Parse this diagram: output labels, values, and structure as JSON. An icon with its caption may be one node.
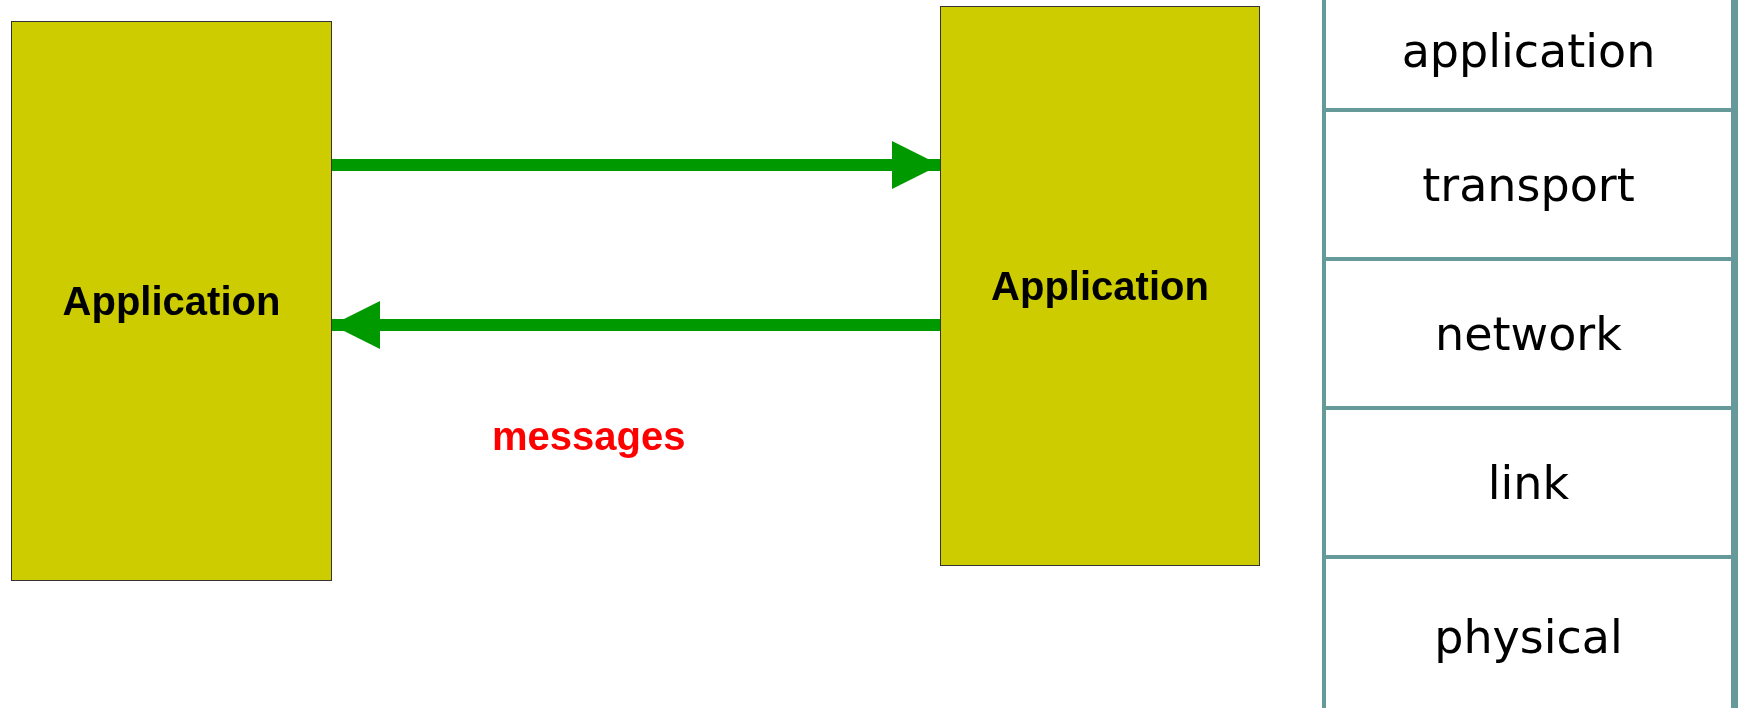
{
  "diagram": {
    "nodes": [
      {
        "text": [
          "Application"
        ]
      },
      {
        "text": [
          "Application"
        ]
      },
      {
        "text": [
          "application"
        ]
      },
      {
        "text": [
          "transport"
        ]
      },
      {
        "text": [
          "network"
        ]
      },
      {
        "text": [
          "link"
        ]
      },
      {
        "text": [
          "physical"
        ]
      }
    ],
    "edges": [
      {
        "from": 0,
        "to": 1,
        "arrow": "to"
      },
      {
        "from": 1,
        "to": 0,
        "arrow": "to"
      }
    ],
    "labels": [
      "messages"
    ]
  }
}
